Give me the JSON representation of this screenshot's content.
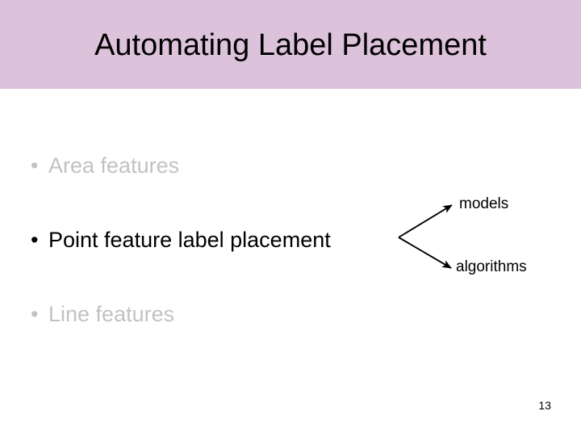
{
  "slide": {
    "title": "Automating Label Placement",
    "page_number": "13",
    "header_color": "#dcc2db",
    "dim_text_color": "#c2c2c2",
    "active_text_color": "#000000",
    "background_color": "#ffffff"
  },
  "bullets": [
    {
      "marker": "•",
      "label": "Area features",
      "state": "dim"
    },
    {
      "marker": "•",
      "label": "Point feature label placement",
      "state": "active"
    },
    {
      "marker": "•",
      "label": "Line features",
      "state": "dim"
    }
  ],
  "annotations": {
    "models": "models",
    "algorithms": "algorithms"
  }
}
